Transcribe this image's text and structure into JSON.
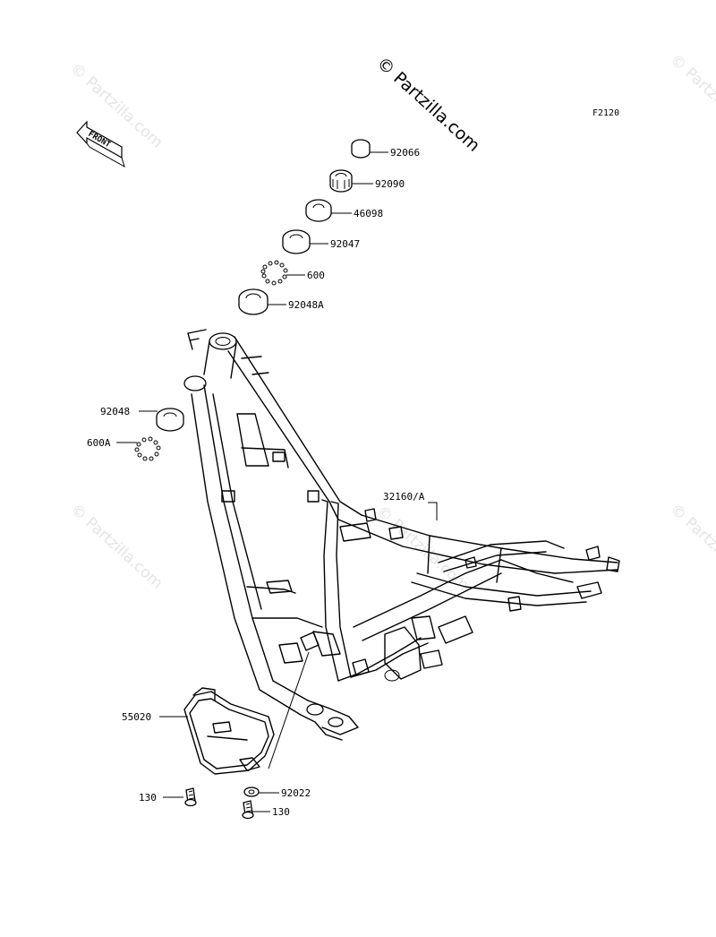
{
  "watermark": {
    "text": "© Partzilla.com",
    "copy": "© Partzilla.com"
  },
  "brand": "© Partzilla.com",
  "figure_code": "F2120",
  "front_label": "FRONT",
  "parts": {
    "p92066": "92066",
    "p92090": "92090",
    "p46098": "46098",
    "p92047": "92047",
    "p600": "600",
    "p92048A": "92048A",
    "p92048": "92048",
    "p600A": "600A",
    "p32160": "32160/A",
    "p55020": "55020",
    "p130a": "130",
    "p92022": "92022",
    "p130b": "130"
  }
}
